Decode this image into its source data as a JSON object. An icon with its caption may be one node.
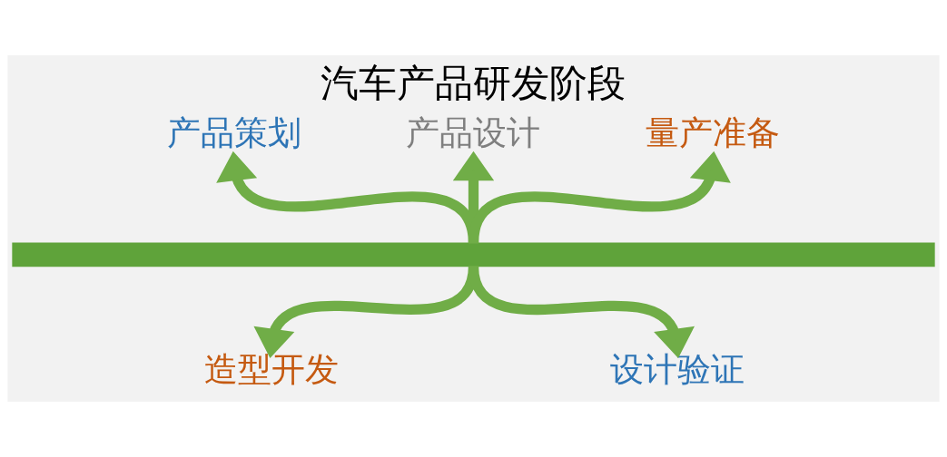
{
  "diagram": {
    "title": "汽车产品研发阶段",
    "nodes": [
      {
        "text": [
          "产品策划"
        ]
      },
      {
        "text": [
          "产品设计"
        ]
      },
      {
        "text": [
          "量产准备"
        ]
      },
      {
        "text": [],
        "shape": "bar"
      },
      {
        "text": [
          "造型开发"
        ]
      },
      {
        "text": [
          "设计验证"
        ]
      }
    ],
    "edges": [
      {
        "from": 3,
        "to": 0,
        "arrow": "to"
      },
      {
        "from": 3,
        "to": 4,
        "arrow": "to"
      },
      {
        "from": 3,
        "to": 1,
        "arrow": "to"
      },
      {
        "from": 3,
        "to": 5,
        "arrow": "to"
      },
      {
        "from": 3,
        "to": 2,
        "arrow": "to"
      }
    ]
  }
}
